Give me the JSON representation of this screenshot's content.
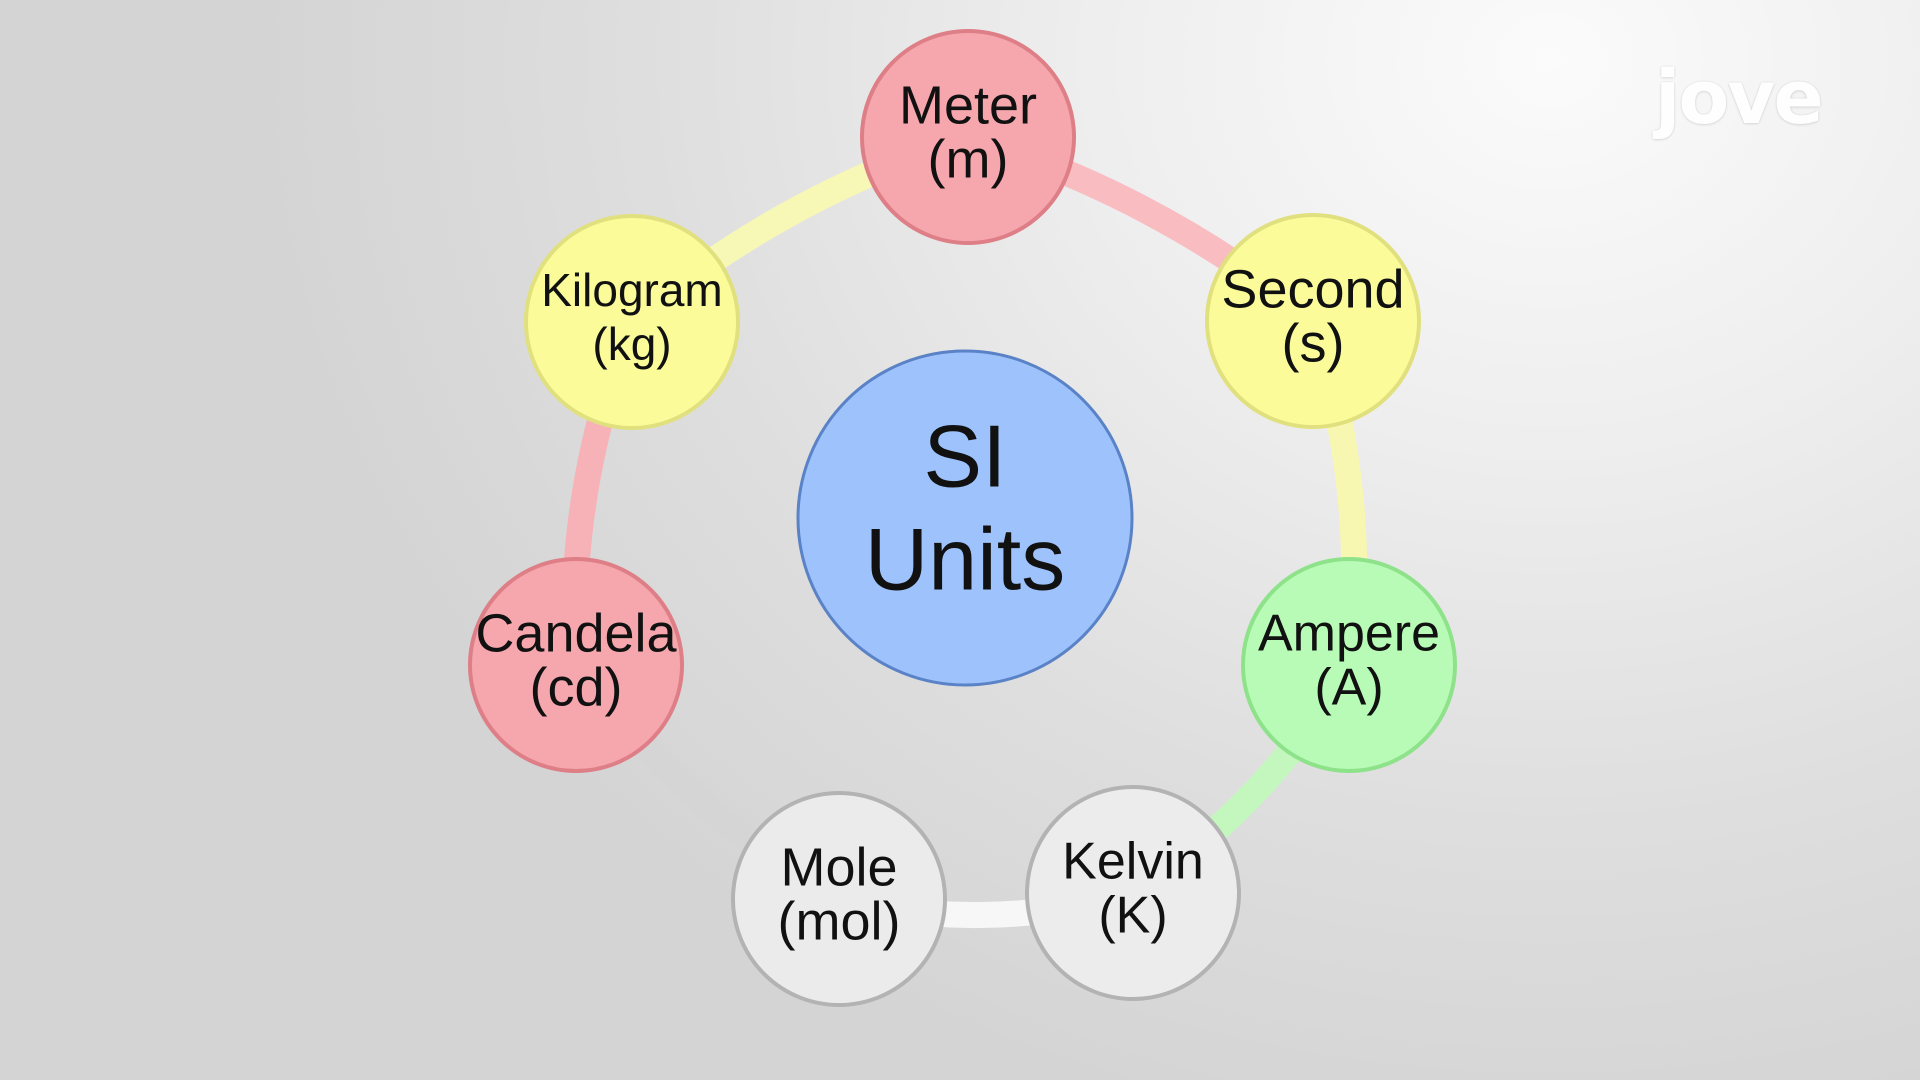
{
  "logo": {
    "text": "jove"
  },
  "center": {
    "line1": "SI",
    "line2": "Units",
    "color": "#9ec3fc",
    "stroke": "#5a82c6"
  },
  "units": [
    {
      "id": "meter",
      "name": "Meter",
      "symbol": "(m)",
      "fill": "#f5a7ad",
      "stroke": "#de7e86"
    },
    {
      "id": "second",
      "name": "Second",
      "symbol": "(s)",
      "fill": "#fbfb9a",
      "stroke": "#e1e07e"
    },
    {
      "id": "ampere",
      "name": "Ampere",
      "symbol": "(A)",
      "fill": "#b8fbb6",
      "stroke": "#8ee28a"
    },
    {
      "id": "kelvin",
      "name": "Kelvin",
      "symbol": "(K)",
      "fill": "#ececec",
      "stroke": "#b3b3b3"
    },
    {
      "id": "mole",
      "name": "Mole",
      "symbol": "(mol)",
      "fill": "#ebebeb",
      "stroke": "#b3b3b3"
    },
    {
      "id": "candela",
      "name": "Candela",
      "symbol": "(cd)",
      "fill": "#f5a7ad",
      "stroke": "#de7e86"
    },
    {
      "id": "kilogram",
      "name": "Kilogram",
      "symbol": "(kg)",
      "fill": "#fbfb9a",
      "stroke": "#e1e07e"
    }
  ],
  "ring_segments": [
    {
      "id": "meter-second",
      "color": "#f9bcc1"
    },
    {
      "id": "second-ampere",
      "color": "#f7f7b2"
    },
    {
      "id": "ampere-kelvin",
      "color": "#c3f7bd"
    },
    {
      "id": "kelvin-mole",
      "color": "#f7f7f7"
    },
    {
      "id": "mole-candela",
      "color": "#d5d5d5"
    },
    {
      "id": "candela-kilogram",
      "color": "#f6b2b7"
    },
    {
      "id": "kilogram-meter",
      "color": "#f7f7b6"
    }
  ]
}
